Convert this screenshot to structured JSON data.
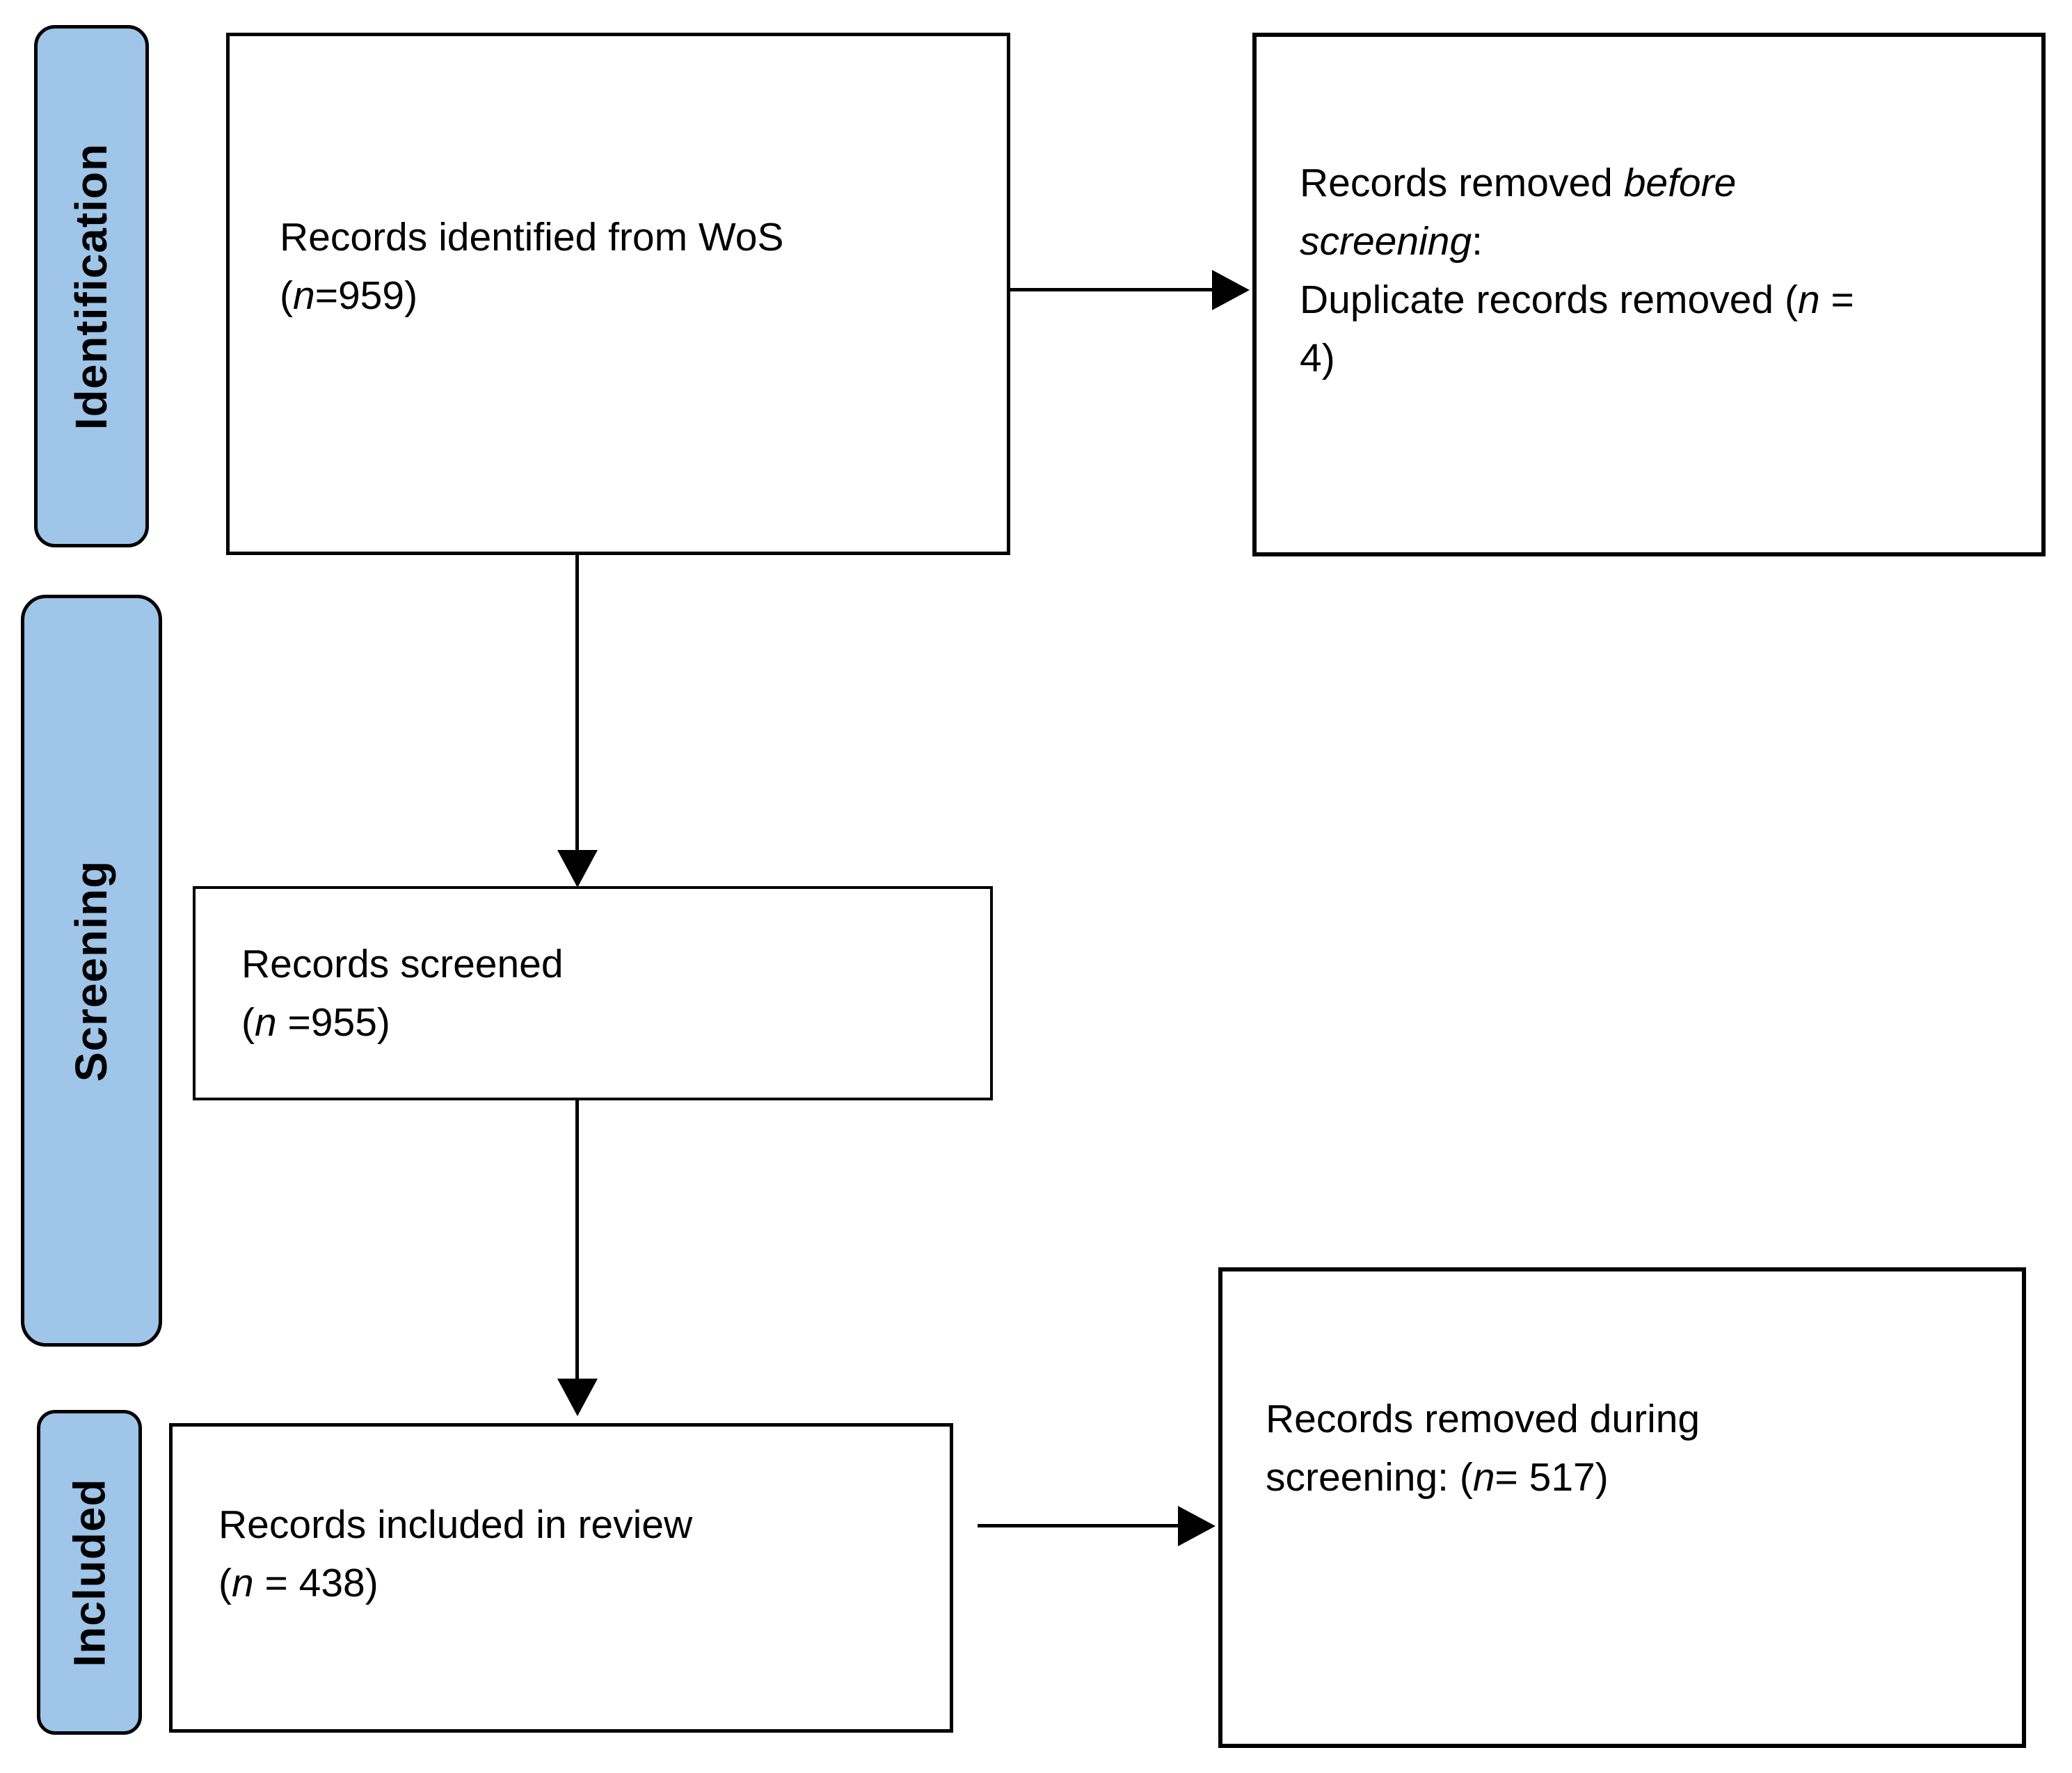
{
  "colors": {
    "label_fill": "#9FC5E8",
    "outline": "#000000",
    "background": "#FFFFFF"
  },
  "stages": [
    {
      "label": "Identification"
    },
    {
      "label": "Screening"
    },
    {
      "label": "Included"
    }
  ],
  "boxes": {
    "identified": {
      "lines": [
        [
          {
            "t": "Records identified from WoS"
          }
        ],
        [
          {
            "t": "("
          },
          {
            "t": "n",
            "i": 1
          },
          {
            "t": "=959)"
          }
        ]
      ]
    },
    "removed_before": {
      "lines": [
        [
          {
            "t": "Records removed "
          },
          {
            "t": "before",
            "i": 1
          }
        ],
        [
          {
            "t": "screening",
            "i": 1
          },
          {
            "t": ":"
          }
        ],
        [
          {
            "t": " Duplicate records removed ("
          },
          {
            "t": "n",
            "i": 1
          },
          {
            "t": " ="
          }
        ],
        [
          {
            "t": "4)"
          }
        ]
      ]
    },
    "screened": {
      "lines": [
        [
          {
            "t": "Records screened"
          }
        ],
        [
          {
            "t": "("
          },
          {
            "t": "n",
            "i": 1
          },
          {
            "t": " =955)"
          }
        ]
      ]
    },
    "included": {
      "lines": [
        [
          {
            "t": "Records included in review"
          }
        ],
        [
          {
            "t": "("
          },
          {
            "t": "n",
            "i": 1
          },
          {
            "t": " = 438)"
          }
        ]
      ]
    },
    "removed_during": {
      "lines": [
        [
          {
            "t": "Records removed during"
          }
        ],
        [
          {
            "t": "screening: ("
          },
          {
            "t": "n",
            "i": 1
          },
          {
            "t": "= 517)"
          }
        ]
      ]
    }
  }
}
